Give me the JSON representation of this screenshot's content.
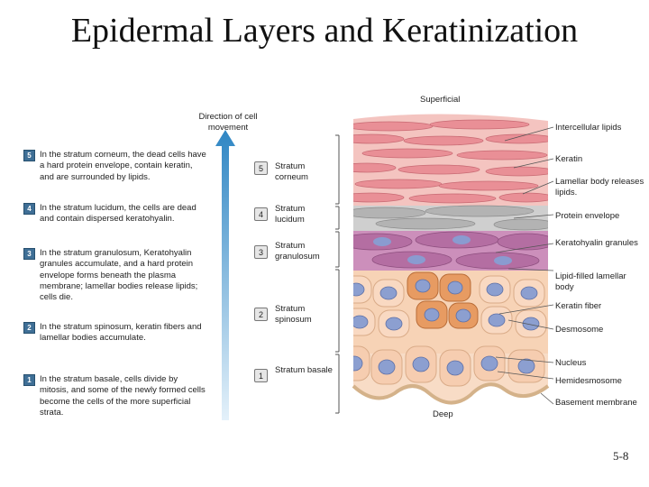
{
  "title": "Epidermal Layers and Keratinization",
  "superficial_label": "Superficial",
  "deep_label": "Deep",
  "arrow_label": "Direction of cell movement",
  "steps": [
    {
      "num": "5",
      "text": "In the stratum corneum, the dead cells have a hard protein envelope, contain keratin, and are surrounded by lipids."
    },
    {
      "num": "4",
      "text": "In the stratum lucidum, the cells are dead and contain dispersed keratohyalin."
    },
    {
      "num": "3",
      "text": "In the stratum granulosum, Keratohyalin granules accumulate, and a hard protein envelope forms beneath the plasma membrane; lamellar bodies release lipids; cells die."
    },
    {
      "num": "2",
      "text": "In the stratum spinosum, keratin fibers and lamellar bodies accumulate."
    },
    {
      "num": "1",
      "text": "In the stratum basale, cells divide by mitosis, and some of the newly formed cells become the cells of the more superficial strata."
    }
  ],
  "strata": [
    {
      "num": "5",
      "name": "Stratum corneum"
    },
    {
      "num": "4",
      "name": "Stratum lucidum"
    },
    {
      "num": "3",
      "name": "Stratum granulosum"
    },
    {
      "num": "2",
      "name": "Stratum spinosum"
    },
    {
      "num": "1",
      "name": "Stratum basale"
    }
  ],
  "right_labels": [
    "Intercellular lipids",
    "Keratin",
    "Lamellar body releases lipids.",
    "Protein envelope",
    "Keratohyalin granules",
    "Lipid-filled lamellar body",
    "Keratin fiber",
    "Desmosome",
    "Nucleus",
    "Hemidesmosome",
    "Basement membrane"
  ],
  "page_number": "5-8",
  "colors": {
    "arrow": "#3d8fc7",
    "badge": "#3f6f96",
    "corneum": "#f2b3b3",
    "lucidum": "#c9c9c9",
    "granulosum": "#c98ab6",
    "spinosum": "#f6c7a2",
    "nuclei": "#8c9fd0",
    "basement": "#d4b28a"
  }
}
